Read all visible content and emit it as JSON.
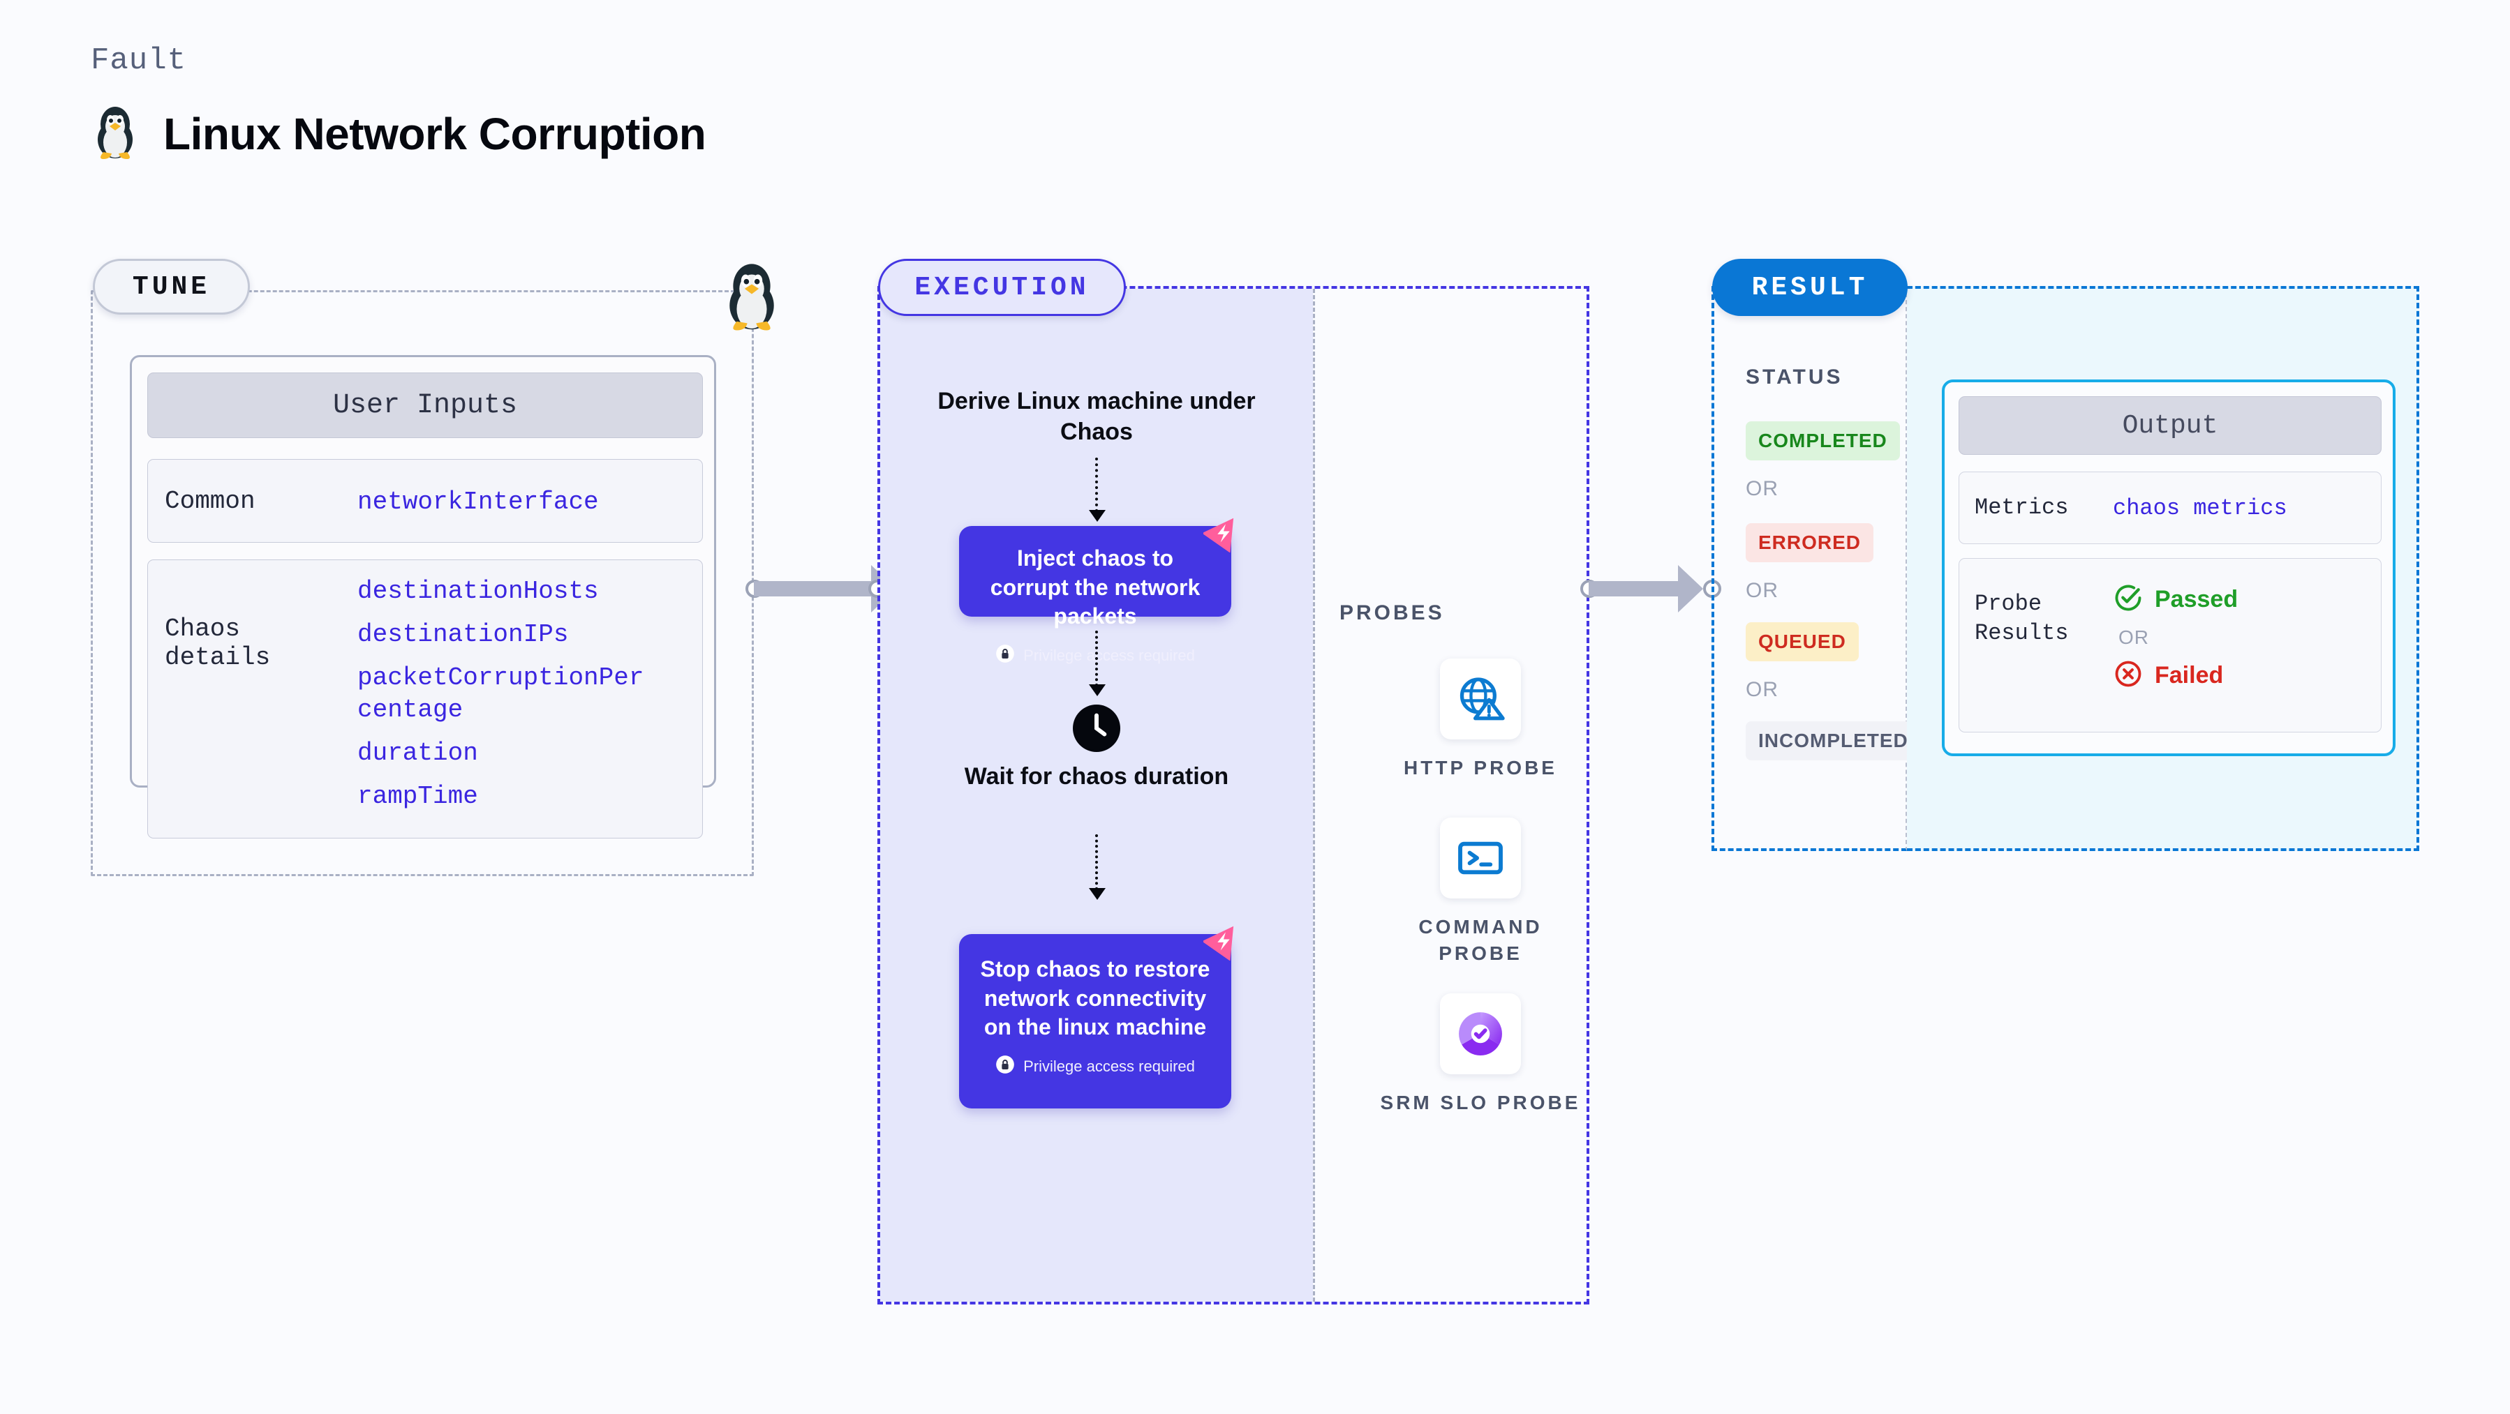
{
  "header": {
    "kicker": "Fault",
    "title": "Linux Network Corruption",
    "logo_icon": "tux-penguin-icon"
  },
  "tune": {
    "badge": "TUNE",
    "penguin_icon": "tux-penguin-icon",
    "card_title": "User Inputs",
    "rows": [
      {
        "key": "Common",
        "values": [
          "networkInterface"
        ]
      },
      {
        "key": "Chaos details",
        "values": [
          "destinationHosts",
          "destinationIPs",
          "packetCorruptionPercentage",
          "duration",
          "rampTime"
        ]
      }
    ]
  },
  "execution": {
    "badge": "EXECUTION",
    "start_node": "Derive Linux machine under Chaos",
    "inject_box": {
      "title": "Inject chaos to corrupt the network packets",
      "privilege": "Privilege access required",
      "lock_icon": "lock-icon",
      "corner_icon": "chaos-corner-icon"
    },
    "wait_node": {
      "label": "Wait for chaos duration",
      "icon": "clock-icon"
    },
    "stop_box": {
      "title": "Stop chaos to restore network connectivity on the linux machine",
      "privilege": "Privilege access required",
      "lock_icon": "lock-icon",
      "corner_icon": "chaos-corner-icon"
    }
  },
  "probes": {
    "heading": "PROBES",
    "items": [
      {
        "label": "HTTP PROBE",
        "icon": "globe-warning-icon"
      },
      {
        "label": "COMMAND PROBE",
        "icon": "terminal-icon"
      },
      {
        "label": "SRM SLO PROBE",
        "icon": "slo-donut-check-icon"
      }
    ]
  },
  "result": {
    "badge": "RESULT",
    "status_heading": "STATUS",
    "or_label": "OR",
    "statuses": [
      {
        "label": "COMPLETED",
        "bg": "#DCF4DC",
        "fg": "#18871C"
      },
      {
        "label": "ERRORED",
        "bg": "#FBE5E4",
        "fg": "#CE2B20"
      },
      {
        "label": "QUEUED",
        "bg": "#FCEFC7",
        "fg": "#CE2B20"
      },
      {
        "label": "INCOMPLETED",
        "bg": "#F1F2F7",
        "fg": "#555C72"
      }
    ],
    "output": {
      "card_title": "Output",
      "metrics_key": "Metrics",
      "metrics_value": "chaos metrics",
      "probe_key": "Probe Results",
      "passed_label": "Passed",
      "failed_label": "Failed",
      "or_label": "OR",
      "passed_icon": "check-circle-icon",
      "failed_icon": "x-circle-icon"
    }
  },
  "colors": {
    "background": "#FAFBFE",
    "indigo": "#4436E3",
    "blue": "#0A77D5",
    "cyan": "#17ACE8",
    "pink": "#FF5E9C",
    "green": "#1F9E28",
    "red": "#D9271F",
    "value_text": "#3A25E0"
  }
}
